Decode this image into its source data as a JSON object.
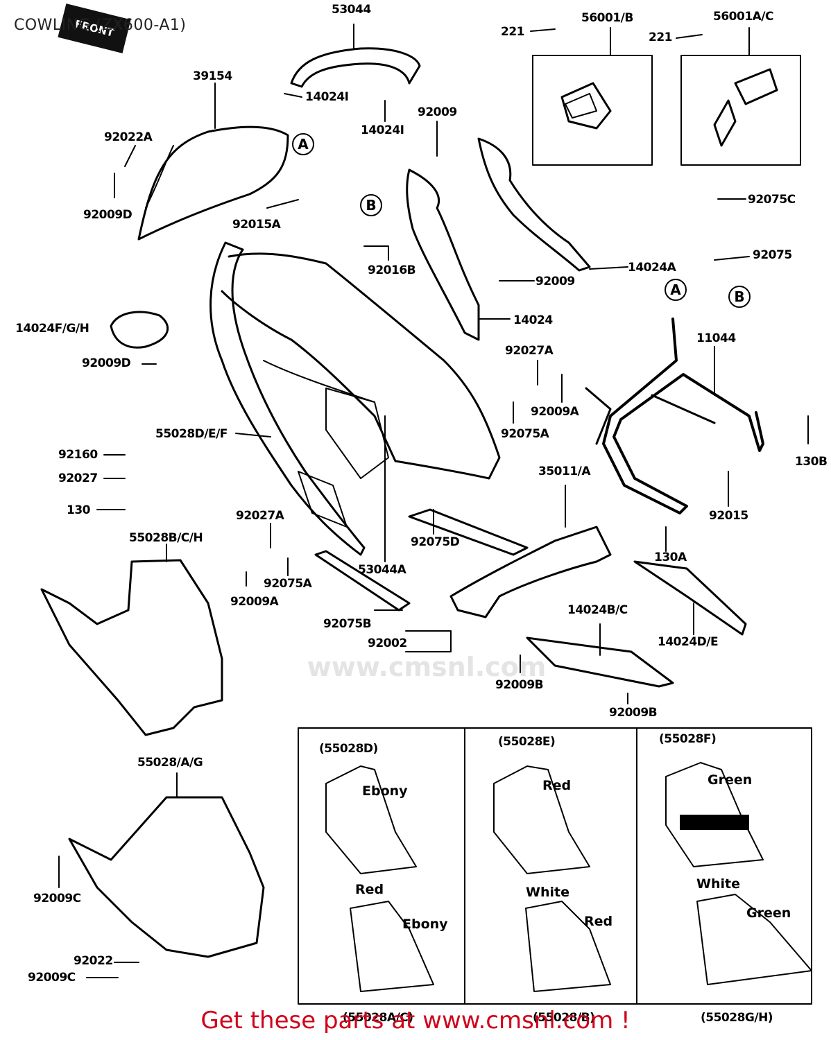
{
  "header": {
    "title": "COWLING (ZX600-A1)"
  },
  "front_badge": "FRONT",
  "part_labels": [
    {
      "id": "p53044",
      "text": "53044"
    },
    {
      "id": "p221a",
      "text": "221"
    },
    {
      "id": "p56001b",
      "text": "56001/B"
    },
    {
      "id": "p221b",
      "text": "221"
    },
    {
      "id": "p56001ac",
      "text": "56001A/C"
    },
    {
      "id": "p39154",
      "text": "39154"
    },
    {
      "id": "p14024i_a",
      "text": "14024I"
    },
    {
      "id": "p14024i_b",
      "text": "14024I"
    },
    {
      "id": "p92009_top",
      "text": "92009"
    },
    {
      "id": "p92022a",
      "text": "92022A"
    },
    {
      "id": "p92009d_a",
      "text": "92009D"
    },
    {
      "id": "p92015a",
      "text": "92015A"
    },
    {
      "id": "p92075c",
      "text": "92075C"
    },
    {
      "id": "p92016b",
      "text": "92016B"
    },
    {
      "id": "p14024a",
      "text": "14024A"
    },
    {
      "id": "p92075",
      "text": "92075"
    },
    {
      "id": "p92009_mid",
      "text": "92009"
    },
    {
      "id": "p14024",
      "text": "14024"
    },
    {
      "id": "p14024fgh",
      "text": "14024F/G/H"
    },
    {
      "id": "p11044",
      "text": "11044"
    },
    {
      "id": "p92009d_b",
      "text": "92009D"
    },
    {
      "id": "p92027a_a",
      "text": "92027A"
    },
    {
      "id": "p92009a_a",
      "text": "92009A"
    },
    {
      "id": "p55028def",
      "text": "55028D/E/F"
    },
    {
      "id": "p92075a_a",
      "text": "92075A"
    },
    {
      "id": "p92160",
      "text": "92160"
    },
    {
      "id": "p130b",
      "text": "130B"
    },
    {
      "id": "p92027",
      "text": "92027"
    },
    {
      "id": "p130",
      "text": "130"
    },
    {
      "id": "p35011a",
      "text": "35011/A"
    },
    {
      "id": "p92015",
      "text": "92015"
    },
    {
      "id": "p92027a_b",
      "text": "92027A"
    },
    {
      "id": "p55028bch",
      "text": "55028B/C/H"
    },
    {
      "id": "p92075d",
      "text": "92075D"
    },
    {
      "id": "p130a",
      "text": "130A"
    },
    {
      "id": "p53044a",
      "text": "53044A"
    },
    {
      "id": "p92075a_b",
      "text": "92075A"
    },
    {
      "id": "p92009a_b",
      "text": "92009A"
    },
    {
      "id": "p14024bc",
      "text": "14024B/C"
    },
    {
      "id": "p92075b",
      "text": "92075B"
    },
    {
      "id": "p14024de",
      "text": "14024D/E"
    },
    {
      "id": "p92002",
      "text": "92002"
    },
    {
      "id": "p92009b_a",
      "text": "92009B"
    },
    {
      "id": "p92009b_b",
      "text": "92009B"
    },
    {
      "id": "p55028ag",
      "text": "55028/A/G"
    },
    {
      "id": "p92009c_a",
      "text": "92009C"
    },
    {
      "id": "p92022",
      "text": "92022"
    },
    {
      "id": "p92009c_b",
      "text": "92009C"
    }
  ],
  "ref_markers": [
    {
      "id": "refA1",
      "text": "A"
    },
    {
      "id": "refB1",
      "text": "B"
    },
    {
      "id": "refA2",
      "text": "A"
    },
    {
      "id": "refB2",
      "text": "B"
    }
  ],
  "color_variants": [
    {
      "id": "v1",
      "top_part": "(55028D)",
      "top_color": "Ebony",
      "mid_color": "Red",
      "bottom_color": "Ebony",
      "bottom_part": "(55028A/C)"
    },
    {
      "id": "v2",
      "top_part": "(55028E)",
      "top_color": "Red",
      "mid_color": "White",
      "bottom_color": "Red",
      "bottom_part": "(55028/B)"
    },
    {
      "id": "v3",
      "top_part": "(55028F)",
      "top_color": "Green",
      "mid_color": "White",
      "bottom_color": "Green",
      "bottom_part": "(55028G/H)"
    }
  ],
  "watermark": "www.cmsnl.com",
  "footer": {
    "link_text": "Get these parts at www.cmsnl.com !"
  },
  "colors": {
    "footer_link": "#d0021b",
    "line_art": "#000000"
  }
}
